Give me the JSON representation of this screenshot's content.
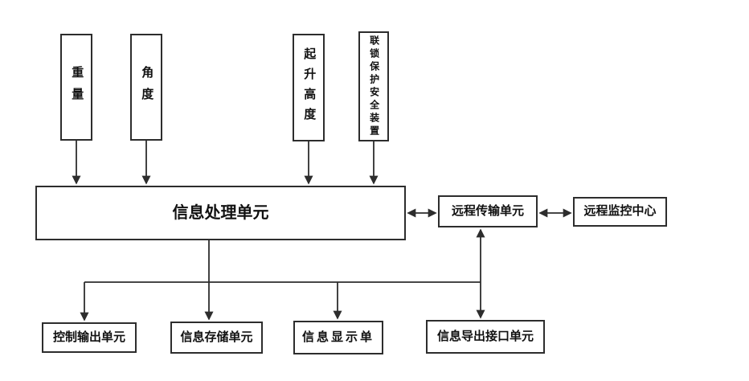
{
  "diagram": {
    "title": "crane-monitoring-system-block-diagram",
    "sensors": [
      {
        "label": "重量"
      },
      {
        "label": "角度"
      },
      {
        "label": "起升高度"
      },
      {
        "label": "联锁保护安全装置"
      }
    ],
    "processing_unit": {
      "label": "信息处理单元"
    },
    "remote": {
      "transmission_unit": {
        "label": "远程传输单元"
      },
      "monitoring_center": {
        "label": "远程监控中心"
      }
    },
    "output_units": [
      {
        "label": "控制输出单元"
      },
      {
        "label": "信息存储单元"
      },
      {
        "label": "信息显示单"
      },
      {
        "label": "信息导出接口单元"
      }
    ],
    "colors": {
      "line": "#2d2d2d",
      "text": "#111111",
      "background": "#ffffff"
    }
  }
}
